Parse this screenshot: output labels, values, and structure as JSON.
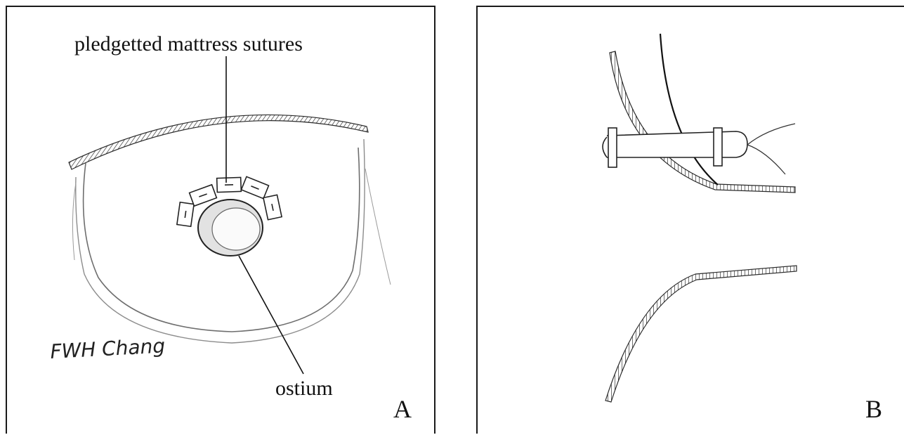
{
  "panel_a": {
    "letter": "A",
    "labels": {
      "sutures": "pledgetted mattress sutures",
      "ostium": "ostium"
    },
    "signature": "FWH Chang"
  },
  "panel_b": {
    "letter": "B"
  },
  "colors": {
    "ink": "#1a1a1a",
    "pencil": "#8c8c8c",
    "background": "#ffffff"
  }
}
